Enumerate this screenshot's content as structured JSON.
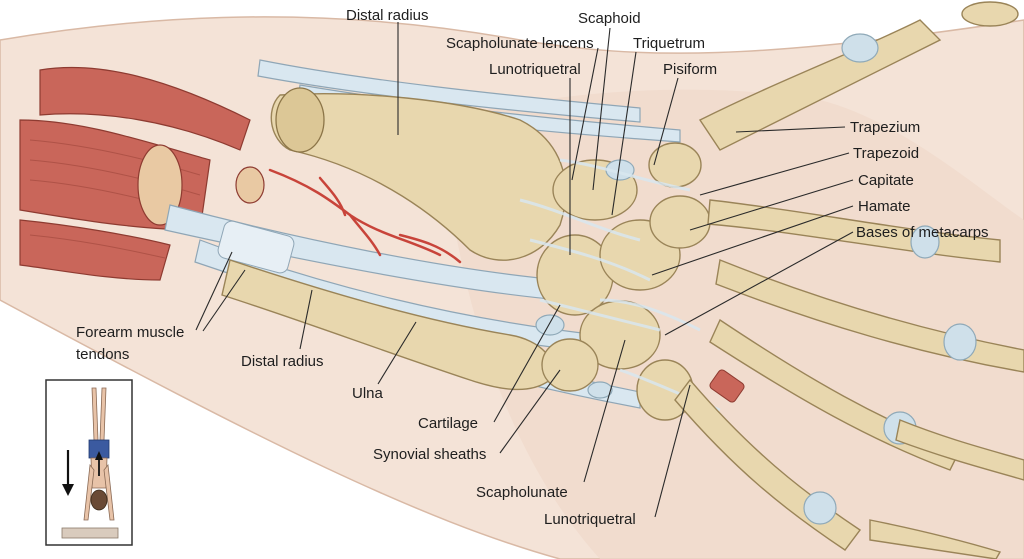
{
  "labels": {
    "distal_radius_top": "Distal radius",
    "scaphoid": "Scaphoid",
    "scapholunate_lencens": "Scapholunate lencens",
    "triquetrum": "Triquetrum",
    "lunotriquetral_top": "Lunotriquetral",
    "pisiform": "Pisiform",
    "trapezium": "Trapezium",
    "trapezoid": "Trapezoid",
    "capitate": "Capitate",
    "hamate": "Hamate",
    "bases_of_metacarps": "Bases of metacarps",
    "forearm_muscle_line1": "Forearm muscle",
    "forearm_muscle_line2": "tendons",
    "distal_radius_bottom": "Distal radius",
    "ulna": "Ulna",
    "cartilage": "Cartilage",
    "synovial_sheaths": "Synovial sheaths",
    "scapholunate": "Scapholunate",
    "lunotriquetral_bottom": "Lunotriquetral"
  },
  "colors": {
    "bone": "#e8d7ae",
    "cartilage": "#cfe0ea",
    "muscle": "#c9665a",
    "vessel": "#c8443a",
    "skin": "#f2ddd0"
  }
}
